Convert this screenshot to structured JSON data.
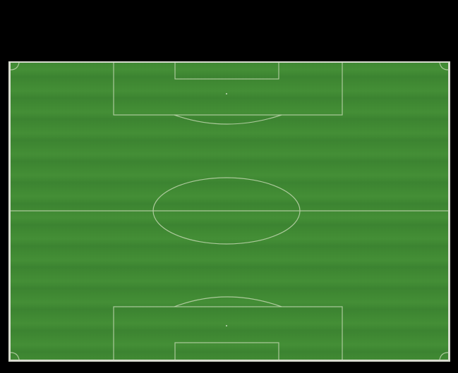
{
  "app": {
    "background_color": "#000000",
    "pitch_border_color": "#d8dccf",
    "grass_color": "#3f8a32",
    "line_color": "#b9d1a7"
  },
  "pitch": {
    "orientation": "vertical",
    "top_goal_area": true,
    "bottom_goal_area": true,
    "center_circle": true,
    "halfway_line": true,
    "corner_arcs": 4,
    "penalty_spots": 2
  }
}
